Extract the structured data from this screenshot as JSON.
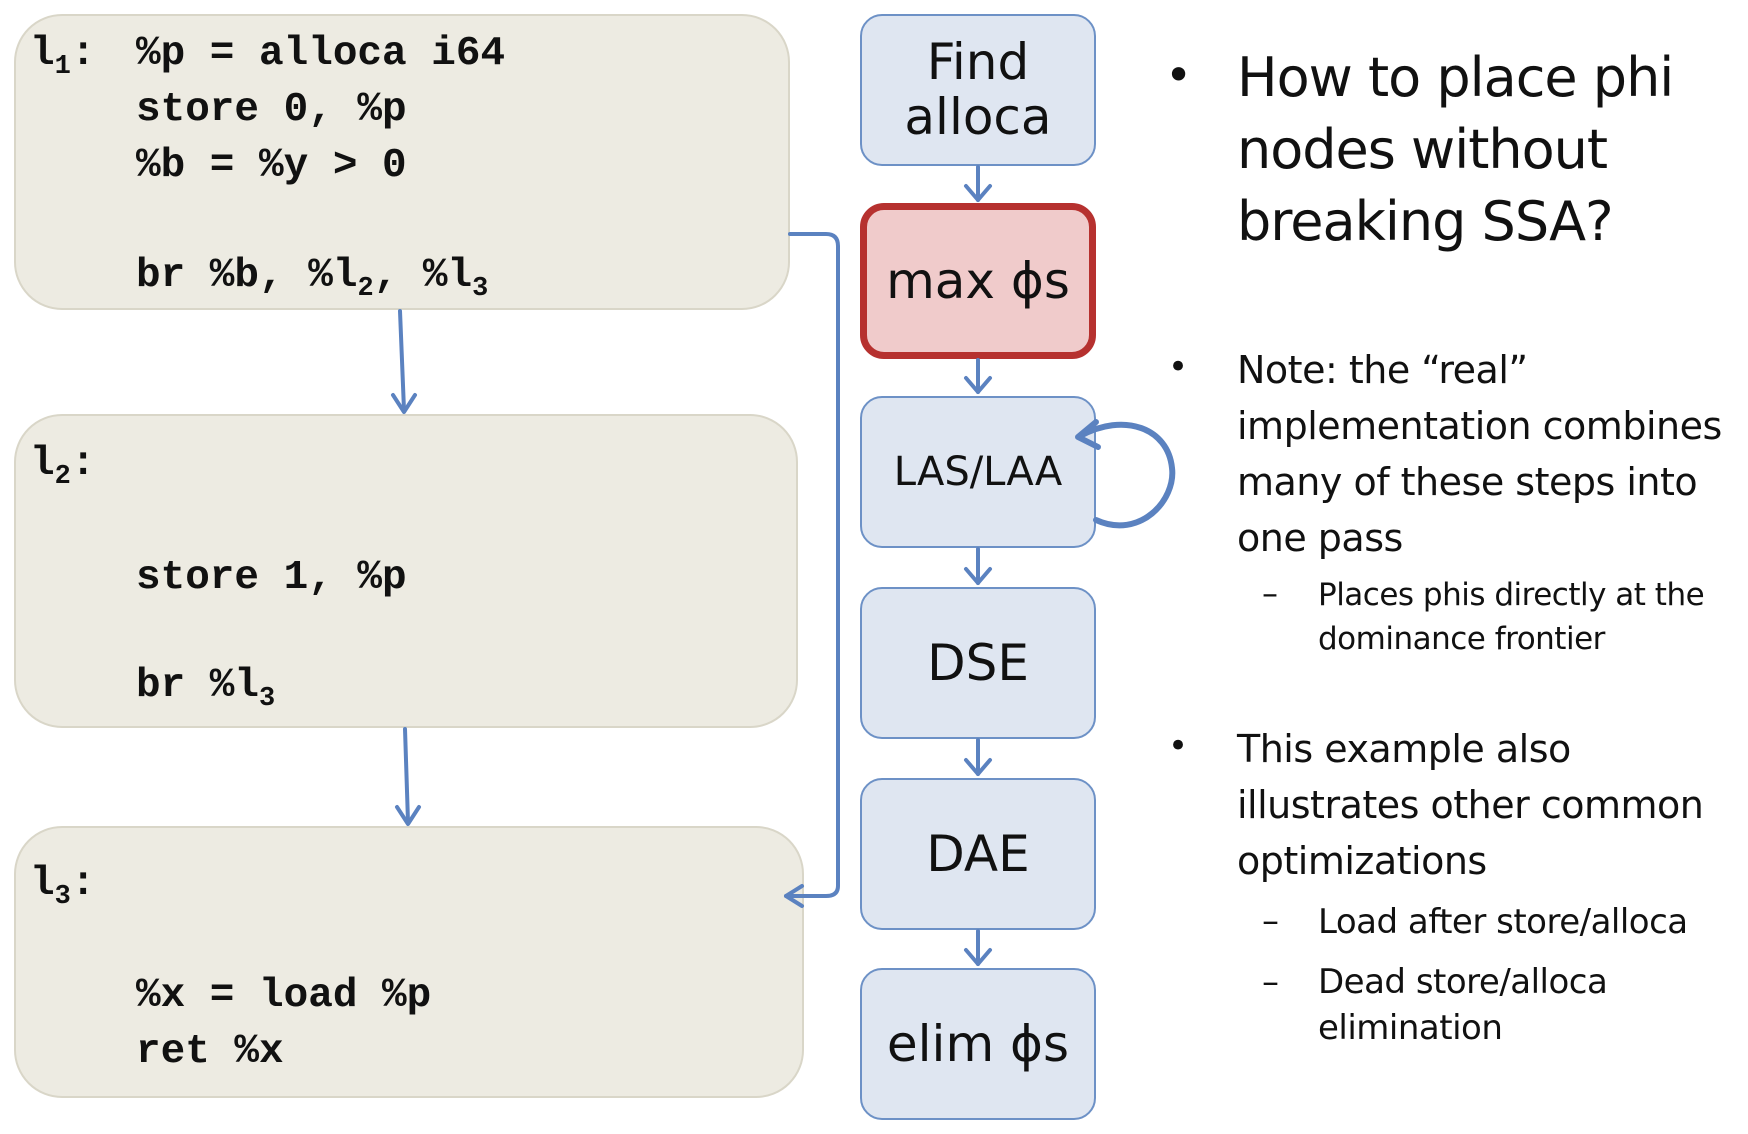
{
  "colors": {
    "code_block_fill": "#edebe2",
    "step_fill": "#dfe6f1",
    "step_border": "#6d91c6",
    "highlight_fill": "#f0cbcb",
    "highlight_border": "#b6312f",
    "arrow": "#5b82c0"
  },
  "code_blocks": [
    {
      "label": {
        "name": "l",
        "sub": "1",
        "colon": ":"
      },
      "lines": [
        {
          "text": "%p = alloca i64"
        },
        {
          "text": "store 0, %p"
        },
        {
          "text": "%b = %y > 0"
        },
        {
          "text": ""
        },
        {
          "pre": "br %b, %l",
          "sub1": "2",
          "mid": ", %l",
          "sub2": "3"
        }
      ]
    },
    {
      "label": {
        "name": "l",
        "sub": "2",
        "colon": ":"
      },
      "lines": [
        {
          "text": "store 1, %p"
        },
        {
          "pre": "br %l",
          "sub": "3"
        }
      ]
    },
    {
      "label": {
        "name": "l",
        "sub": "3",
        "colon": ":"
      },
      "lines": [
        {
          "text": "%x = load %p"
        },
        {
          "text": "ret %x"
        }
      ]
    }
  ],
  "pipeline": [
    {
      "line1": "Find",
      "line2": "alloca"
    },
    {
      "label": "max ϕs",
      "highlighted": true
    },
    {
      "label": "LAS/LAA",
      "self_loop": true
    },
    {
      "label": "DSE"
    },
    {
      "label": "DAE"
    },
    {
      "label": "elim ϕs"
    }
  ],
  "bullets": [
    {
      "marker": "•",
      "text": "How to place phi nodes without breaking SSA?"
    },
    {
      "marker": "•",
      "text": "Note: the “real” implementation combines many of these steps into one pass",
      "subs": [
        {
          "marker": "–",
          "text": "Places phis directly at the dominance frontier"
        }
      ]
    },
    {
      "marker": "•",
      "text": "This example also illustrates other common optimizations",
      "subs": [
        {
          "marker": "–",
          "text": "Load after store/alloca"
        },
        {
          "marker": "–",
          "text": "Dead store/alloca elimination"
        }
      ]
    }
  ]
}
